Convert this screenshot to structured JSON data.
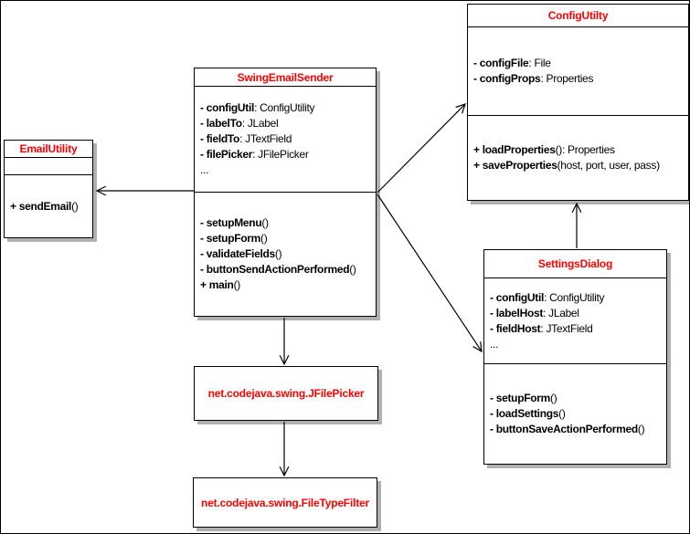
{
  "diagram_type": "uml-class-diagram",
  "colors": {
    "class_name_color": "#ff0000",
    "member_text_color": "#000000",
    "box_border_color": "#000000",
    "box_shadow_color": "#b0b0b0",
    "background_color": "#ffffff"
  },
  "classes": {
    "email_utility": {
      "name": "EmailUtility",
      "fields": [],
      "methods": [
        {
          "bold": "+ sendEmail",
          "rest": "()"
        }
      ]
    },
    "swing_email_sender": {
      "name": "SwingEmailSender",
      "fields": [
        {
          "bold": "- configUtil",
          "rest": ": ConfigUtility"
        },
        {
          "bold": "- labelTo",
          "rest": ": JLabel"
        },
        {
          "bold": "- fieldTo",
          "rest": ": JTextField"
        },
        {
          "bold": "- filePicker",
          "rest": ": JFilePicker"
        },
        {
          "bold": "",
          "rest": "..."
        }
      ],
      "methods": [
        {
          "bold": "- setupMenu",
          "rest": "()"
        },
        {
          "bold": "- setupForm",
          "rest": "()"
        },
        {
          "bold": "- validateFields",
          "rest": "()"
        },
        {
          "bold": "- buttonSendActionPerformed",
          "rest": "()"
        },
        {
          "bold": "+ main",
          "rest": "()"
        }
      ]
    },
    "config_utilty": {
      "name": "ConfigUtilty",
      "fields": [
        {
          "bold": "- configFile",
          "rest": ": File"
        },
        {
          "bold": "- configProps",
          "rest": ": Properties"
        }
      ],
      "methods": [
        {
          "bold": "+ loadProperties",
          "rest": "(): Properties"
        },
        {
          "bold": "+ saveProperties",
          "rest": "(host, port, user, pass)"
        }
      ]
    },
    "settings_dialog": {
      "name": "SettingsDialog",
      "fields": [
        {
          "bold": "- configUtil",
          "rest": ": ConfigUtility"
        },
        {
          "bold": "- labelHost",
          "rest": ": JLabel"
        },
        {
          "bold": "- fieldHost",
          "rest": ": JTextField"
        },
        {
          "bold": "",
          "rest": "..."
        }
      ],
      "methods": [
        {
          "bold": "- setupForm",
          "rest": "()"
        },
        {
          "bold": "- loadSettings",
          "rest": "()"
        },
        {
          "bold": "- buttonSaveActionPerformed",
          "rest": "()"
        }
      ]
    },
    "jfile_picker": {
      "name": "net.codejava.swing.JFilePicker",
      "fields": [],
      "methods": []
    },
    "file_type_filter": {
      "name": "net.codejava.swing.FileTypeFilter",
      "fields": [],
      "methods": []
    }
  },
  "relationships": [
    {
      "from": "SwingEmailSender",
      "to": "EmailUtility",
      "type": "directed-association-open-arrow"
    },
    {
      "from": "SwingEmailSender",
      "to": "ConfigUtilty",
      "type": "directed-association-open-arrow"
    },
    {
      "from": "SwingEmailSender",
      "to": "SettingsDialog",
      "type": "directed-association-open-arrow"
    },
    {
      "from": "SettingsDialog",
      "to": "ConfigUtilty",
      "type": "directed-association-open-arrow"
    },
    {
      "from": "SwingEmailSender",
      "to": "net.codejava.swing.JFilePicker",
      "type": "directed-association-open-arrow"
    },
    {
      "from": "net.codejava.swing.JFilePicker",
      "to": "net.codejava.swing.FileTypeFilter",
      "type": "directed-association-open-arrow"
    }
  ]
}
